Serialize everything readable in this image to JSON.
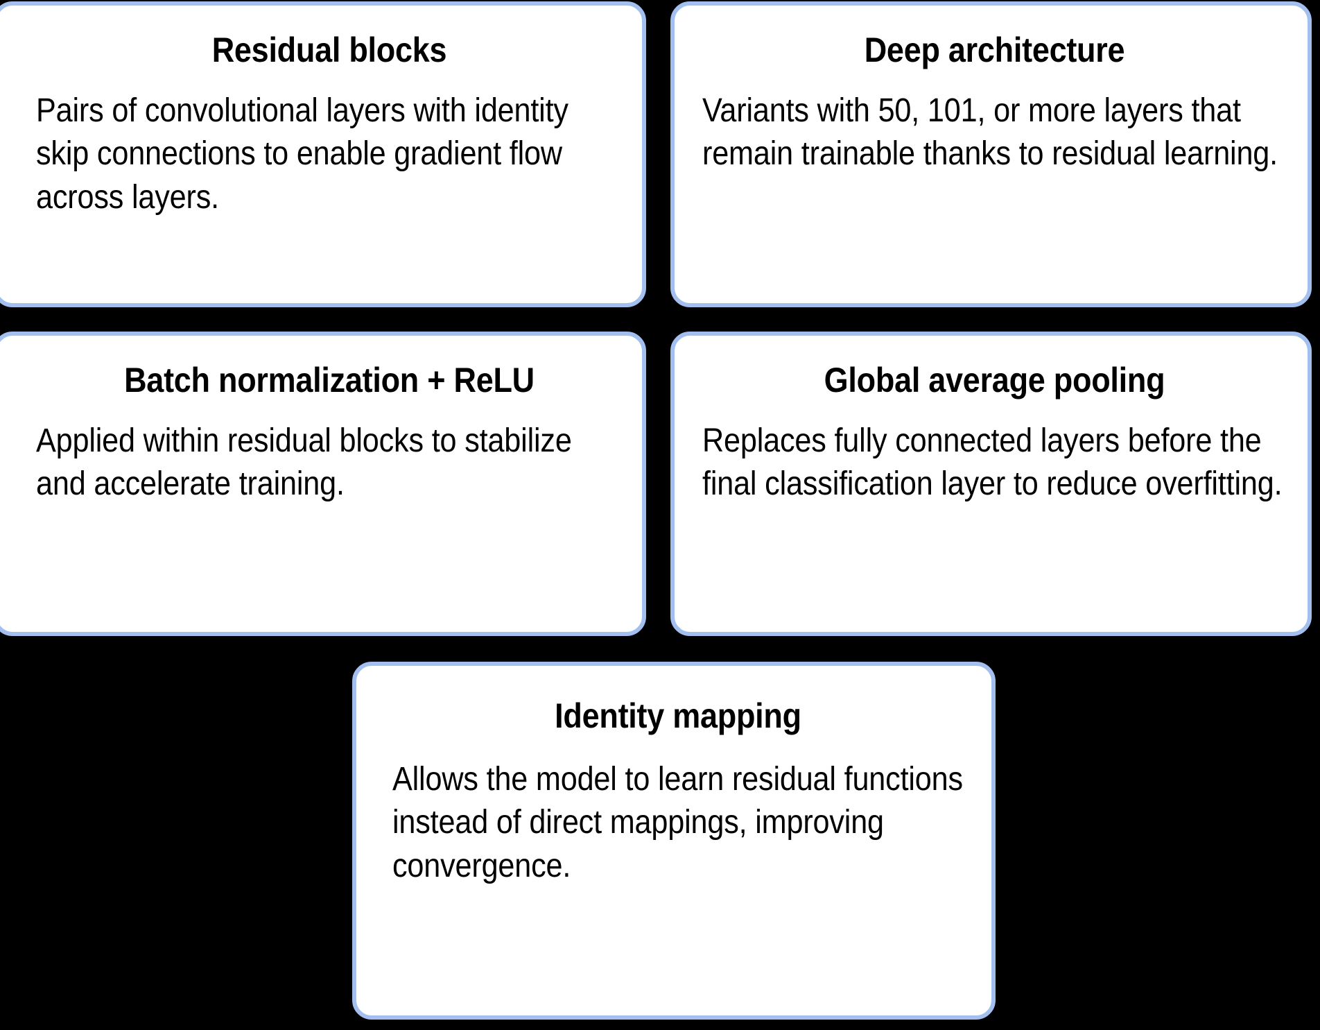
{
  "theme": {
    "background": "#000000",
    "card_background": "#FFFFFF",
    "card_border": "#A3BFEF",
    "text_color": "#000000"
  },
  "cards": [
    {
      "id": "residual-blocks",
      "title": "Residual blocks",
      "body": "Pairs of convolutional layers with identity skip connections to enable gradient flow across layers."
    },
    {
      "id": "deep-architecture",
      "title": "Deep architecture",
      "body": "Variants with 50, 101, or more layers that remain trainable thanks to residual learning."
    },
    {
      "id": "batchnorm-relu",
      "title": "Batch normalization + ReLU",
      "body": "Applied within residual blocks to stabilize and accelerate training."
    },
    {
      "id": "global-average-pooling",
      "title": "Global average pooling",
      "body": "Replaces fully connected layers before the final classification layer to reduce overfitting."
    },
    {
      "id": "identity-mapping",
      "title": "Identity mapping",
      "body": "Allows the model to learn residual functions instead of direct mappings, improving convergence."
    }
  ]
}
